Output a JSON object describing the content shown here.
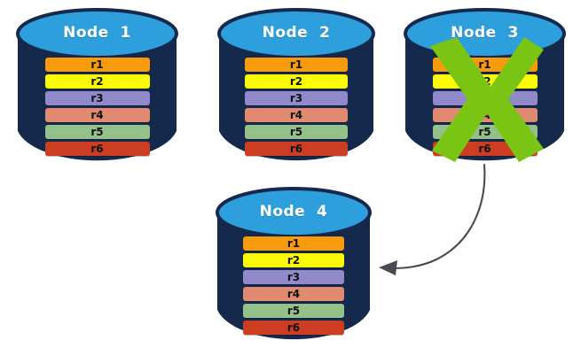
{
  "diagram": {
    "title_text_prefix": "Node",
    "background_color": "#ffffff",
    "cylinder_body_color": "#15294d",
    "cylinder_top_color": "#2e9fdd",
    "cylinder_edge_color": "#15294d",
    "x_mark_color": "#7ac514",
    "arrow_color": "#4a4a52"
  },
  "row_palette": {
    "r1": "#f79b0c",
    "r2": "#fbfb05",
    "r3": "#9189ca",
    "r4": "#e08a72",
    "r5": "#94c08a",
    "r6": "#cc3d22"
  },
  "nodes": [
    {
      "id": "node-1",
      "label": "Node  1",
      "failed": false,
      "rows": [
        {
          "label": "r1",
          "color": "#f79b0c"
        },
        {
          "label": "r2",
          "color": "#fbfb05"
        },
        {
          "label": "r3",
          "color": "#9189ca"
        },
        {
          "label": "r4",
          "color": "#e08a72"
        },
        {
          "label": "r5",
          "color": "#94c08a"
        },
        {
          "label": "r6",
          "color": "#cc3d22"
        }
      ]
    },
    {
      "id": "node-2",
      "label": "Node  2",
      "failed": false,
      "rows": [
        {
          "label": "r1",
          "color": "#f79b0c"
        },
        {
          "label": "r2",
          "color": "#fbfb05"
        },
        {
          "label": "r3",
          "color": "#9189ca"
        },
        {
          "label": "r4",
          "color": "#e08a72"
        },
        {
          "label": "r5",
          "color": "#94c08a"
        },
        {
          "label": "r6",
          "color": "#cc3d22"
        }
      ]
    },
    {
      "id": "node-3",
      "label": "Node  3",
      "failed": true,
      "rows": [
        {
          "label": "r1",
          "color": "#f79b0c"
        },
        {
          "label": "r2",
          "color": "#fbfb05"
        },
        {
          "label": "r3",
          "color": "#9189ca"
        },
        {
          "label": "r4",
          "color": "#e08a72"
        },
        {
          "label": "r5",
          "color": "#94c08a"
        },
        {
          "label": "r6",
          "color": "#cc3d22"
        }
      ]
    },
    {
      "id": "node-4",
      "label": "Node  4",
      "failed": false,
      "rows": [
        {
          "label": "r1",
          "color": "#f79b0c"
        },
        {
          "label": "r2",
          "color": "#fbfb05"
        },
        {
          "label": "r3",
          "color": "#9189ca"
        },
        {
          "label": "r4",
          "color": "#e08a72"
        },
        {
          "label": "r5",
          "color": "#94c08a"
        },
        {
          "label": "r6",
          "color": "#cc3d22"
        }
      ]
    }
  ],
  "connector": {
    "from": "node-3",
    "to": "node-4",
    "style": "curved-arrow",
    "color": "#4a4a52"
  }
}
